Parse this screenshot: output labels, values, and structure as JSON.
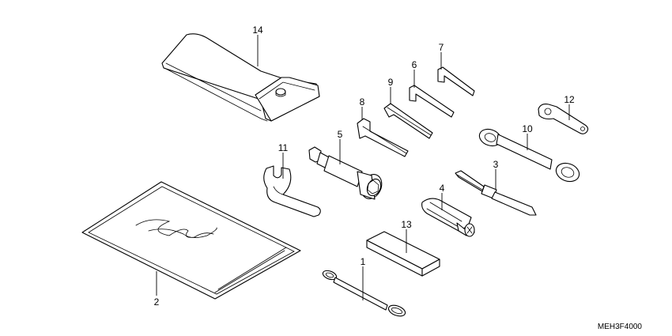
{
  "diagram": {
    "reference_code": "MEH3F4000",
    "callouts": {
      "c1": "1",
      "c2": "2",
      "c3": "3",
      "c4": "4",
      "c5": "5",
      "c6": "6",
      "c7": "7",
      "c8": "8",
      "c9": "9",
      "c10": "10",
      "c11": "11",
      "c12": "12",
      "c13": "13",
      "c14": "14"
    },
    "colors": {
      "line": "#000000",
      "background": "#ffffff"
    }
  }
}
